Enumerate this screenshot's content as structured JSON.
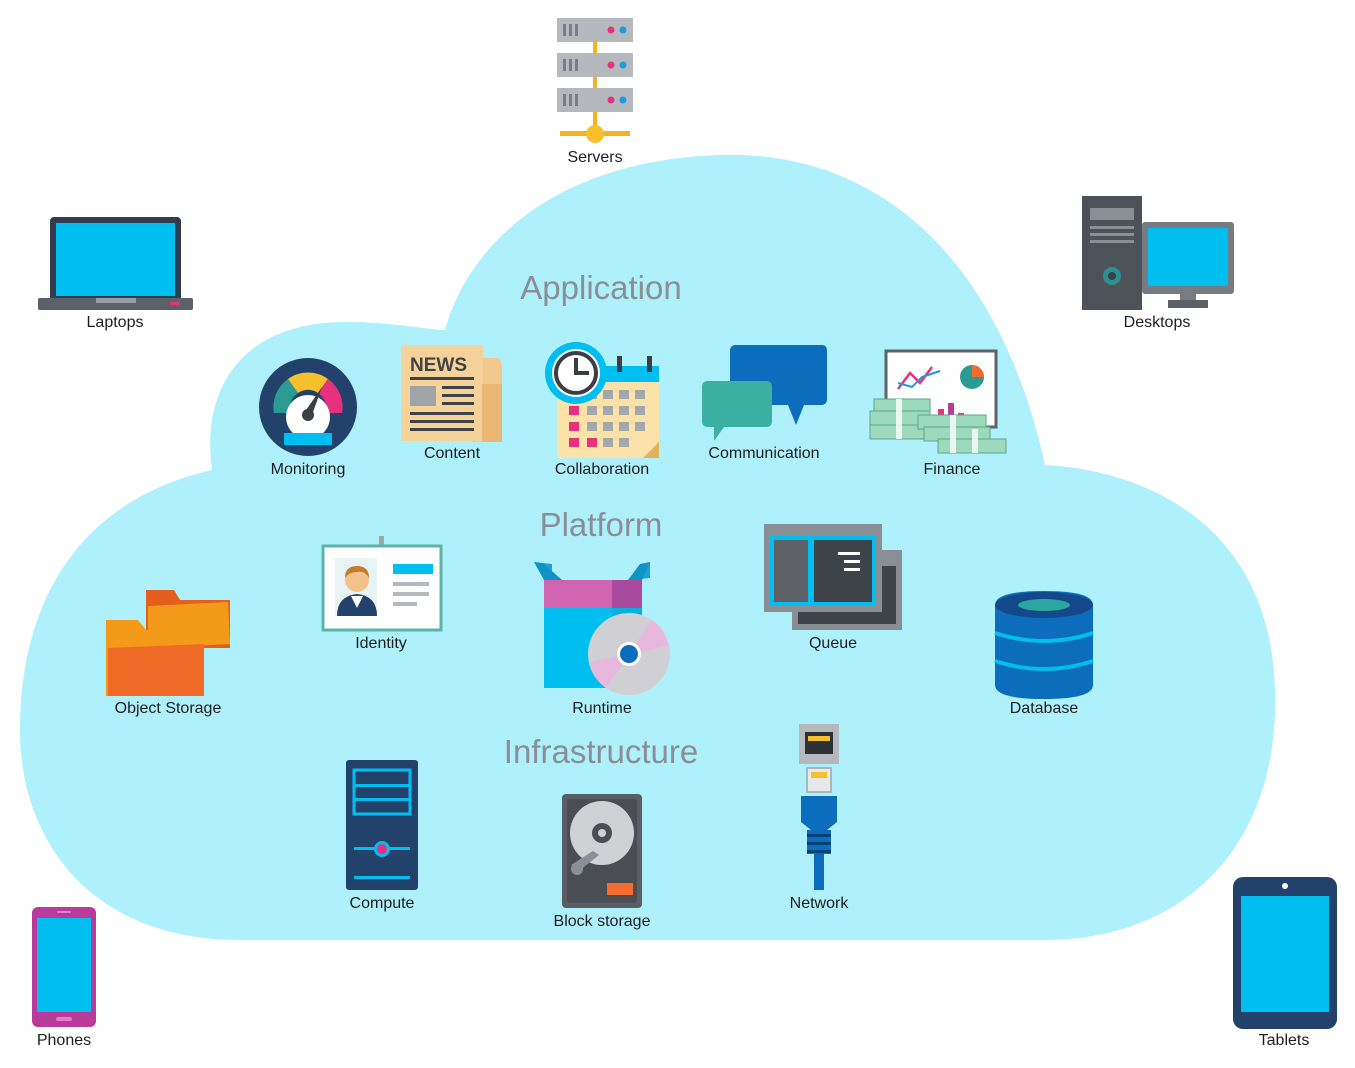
{
  "sections": {
    "application": "Application",
    "platform": "Platform",
    "infrastructure": "Infrastructure"
  },
  "devices": {
    "servers": "Servers",
    "laptops": "Laptops",
    "desktops": "Desktops",
    "phones": "Phones",
    "tablets": "Tablets"
  },
  "application": {
    "monitoring": "Monitoring",
    "content": "Content",
    "collaboration": "Collaboration",
    "communication": "Communication",
    "finance": "Finance",
    "news_glyph": "NEWS"
  },
  "platform": {
    "identity": "Identity",
    "object_storage": "Object Storage",
    "runtime": "Runtime",
    "queue": "Queue",
    "database": "Database"
  },
  "infrastructure": {
    "compute": "Compute",
    "block_storage": "Block storage",
    "network": "Network"
  },
  "colors": {
    "cloud": "#aef0fc",
    "screen": "#00bff0",
    "label": "#1e1e1e",
    "section": "#8b8f93"
  }
}
